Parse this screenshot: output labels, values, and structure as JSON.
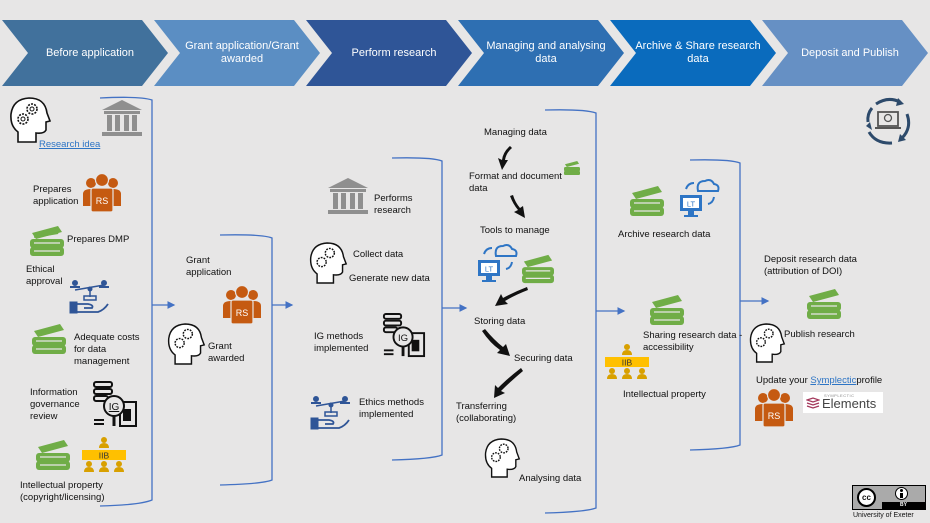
{
  "stages": [
    {
      "label": "Before application",
      "color": "#41719c"
    },
    {
      "label": "Grant application/Grant awarded",
      "color": "#5b8ec3"
    },
    {
      "label": "Perform research",
      "color": "#2f5597"
    },
    {
      "label": "Managing and analysing data",
      "color": "#2e6fb2"
    },
    {
      "label": "Archive & Share research data",
      "color": "#0a6bbd"
    },
    {
      "label": "Deposit and Publish",
      "color": "#6690c4"
    }
  ],
  "before_application": {
    "research_idea": "Research idea",
    "prepares_application": "Prepares application",
    "prepares_dmp": "Prepares DMP",
    "ethical_approval": "Ethical approval",
    "adequate_costs": "Adequate costs for data management",
    "information_governance": "Information governance review",
    "intellectual_property": "Intellectual property (copyright/licensing)"
  },
  "grant": {
    "grant_application": "Grant application",
    "grant_awarded": "Grant awarded"
  },
  "perform_research": {
    "performs_research": "Performs research",
    "collect_data": "Collect data",
    "generate_new_data": "Generate new data",
    "ig_methods": "IG methods implemented",
    "ethics_methods": "Ethics methods implemented"
  },
  "managing": {
    "managing_data": "Managing data",
    "format_document": "Format and document data",
    "tools_to_manage": "Tools to manage",
    "storing_data": "Storing data",
    "securing_data": "Securing data",
    "transferring": "Transferring (collaborating)",
    "analysing_data": "Analysing data"
  },
  "archive_share": {
    "archive_research_data": "Archive research data",
    "sharing_research_data": "Sharing research data - accessibility",
    "intellectual_property": "Intellectual property"
  },
  "deposit_publish": {
    "deposit_research_data": "Deposit research data (attribution of DOI)",
    "publish_research": "Publish research",
    "update_prefix": "Update your ",
    "symplectic_link": "Symplectic",
    "update_suffix": "profile",
    "elements_small": "SYMPLECTIC",
    "elements_logo": "Elements"
  },
  "badges": {
    "rs": "RS",
    "ig": "IG",
    "lt": "LT",
    "iib": "IIB",
    "library": "Library"
  },
  "license": {
    "cc": "cc",
    "by": "BY",
    "owner": "University of Exeter"
  },
  "colors": {
    "background": "#e7e6e6",
    "bracket": "#4472c4",
    "library_green": "#70ad47",
    "rs_orange": "#c55a11",
    "iib_gold": "#ffc000",
    "iib_person": "#d8a000",
    "it_blue": "#2e75c5",
    "ethics_blue": "#2f5597",
    "building_gray": "#8f8f8f",
    "cycle_navy": "#2d4a6b"
  }
}
